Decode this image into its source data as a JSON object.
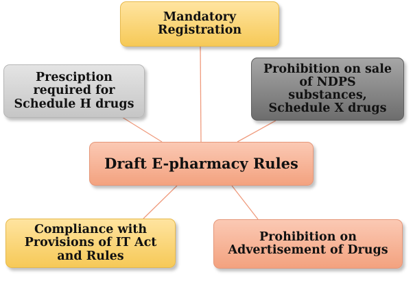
{
  "diagram": {
    "center": "Draft E-pharmacy Rules",
    "nodes": [
      {
        "id": "top",
        "label": "Mandatory\nRegistration"
      },
      {
        "id": "top-left",
        "label": "Presciption\nrequired for\nSchedule H drugs"
      },
      {
        "id": "top-right",
        "label": "Prohibition  on sale\nof NDPS\nsubstances,\nSchedule X drugs"
      },
      {
        "id": "bottom-left",
        "label": "Compliance with\nProvisions of IT Act\nand Rules"
      },
      {
        "id": "bottom-right",
        "label": "Prohibition on\nAdvertisement of Drugs"
      }
    ],
    "colors": {
      "yellow": "#f6c957",
      "light_grey": "#c6c6c6",
      "dark_grey": "#6d6d6d",
      "salmon": "#f3a27f",
      "connector": "#ef9a7c"
    }
  }
}
